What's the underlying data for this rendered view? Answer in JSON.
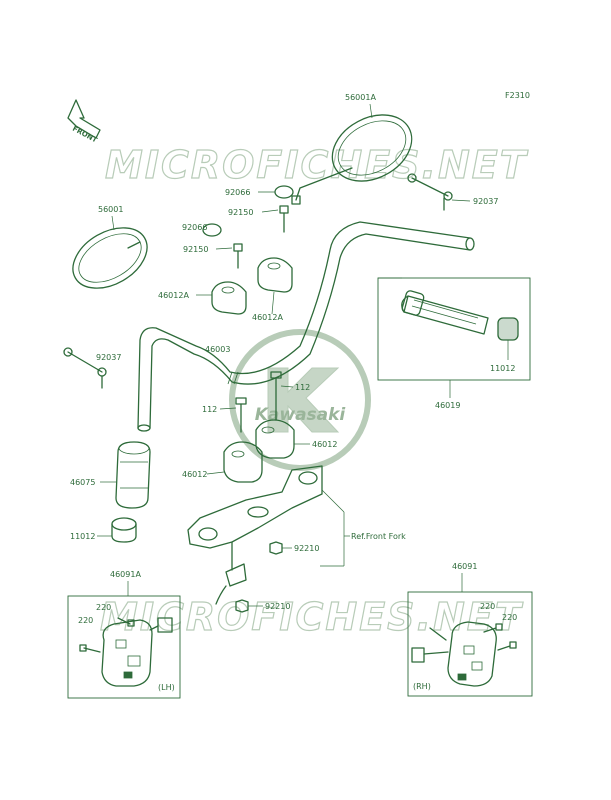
{
  "figure_code": "F2310",
  "front_label": "FRONT",
  "watermark": "MICROFICHES.NET",
  "brand_logo": "Kawasaki",
  "labels": {
    "mirror_right": "56001A",
    "mirror_left": "56001",
    "washer_1": "92066",
    "washer_2": "92066",
    "bolt_1": "92150",
    "bolt_2": "92150",
    "cap_clamp_a_1": "46012A",
    "cap_clamp_a_2": "46012A",
    "clamp_right_bracket": "92037",
    "clamp_left_bracket": "92037",
    "handlebar": "46003",
    "throttle_grip": "46019",
    "end_weight_right": "11012",
    "end_weight_left": "11012",
    "bolt_112_right": "112",
    "bolt_112_left": "112",
    "holder_right": "46012",
    "holder_left": "46012",
    "grip_left": "46075",
    "nut_1": "92210",
    "nut_2": "92210",
    "ref_front_fork": "Ref.Front Fork",
    "switch_left": "46091A",
    "switch_right": "46091",
    "screw_lh_1": "220",
    "screw_lh_2": "220",
    "screw_rh_1": "220",
    "screw_rh_2": "220",
    "lh_tag": "(LH)",
    "rh_tag": "(RH)"
  },
  "colors": {
    "ink": "#2e6b3a",
    "watermark": "#b8ccb8",
    "background": "#ffffff"
  }
}
